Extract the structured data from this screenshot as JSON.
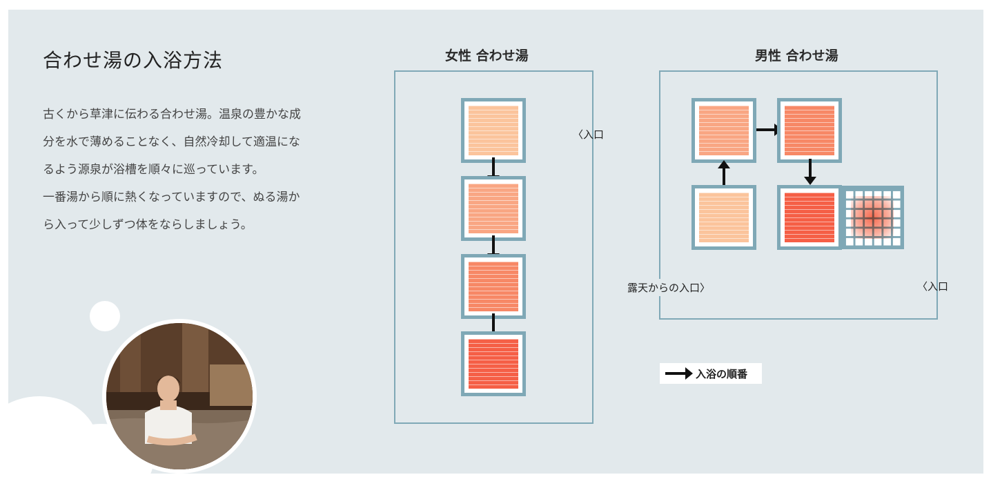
{
  "heading": "合わせ湯の入浴方法",
  "description": [
    "古くから草津に伝わる合わせ湯。温泉の豊かな成分を水で薄めることなく、自然冷却して適温になるよう源泉が浴槽を順々に巡っています。",
    "一番湯から順に熱くなっていますので、ぬる湯から入って少しずつ体をならしましょう。"
  ],
  "diagrams": {
    "women": {
      "title": "女性 合わせ湯",
      "entrance": "〈入口",
      "tub_colors": [
        "#fbc49c",
        "#f9a683",
        "#f78866",
        "#f55f46"
      ]
    },
    "men": {
      "title": "男性 合わせ湯",
      "entrance_right": "〈入口",
      "entrance_outdoor": "露天からの入口〉",
      "tub_colors": [
        "#fbc49c",
        "#f9a683",
        "#f78866",
        "#f55f46"
      ]
    }
  },
  "legend": {
    "label": "入浴の順番"
  }
}
